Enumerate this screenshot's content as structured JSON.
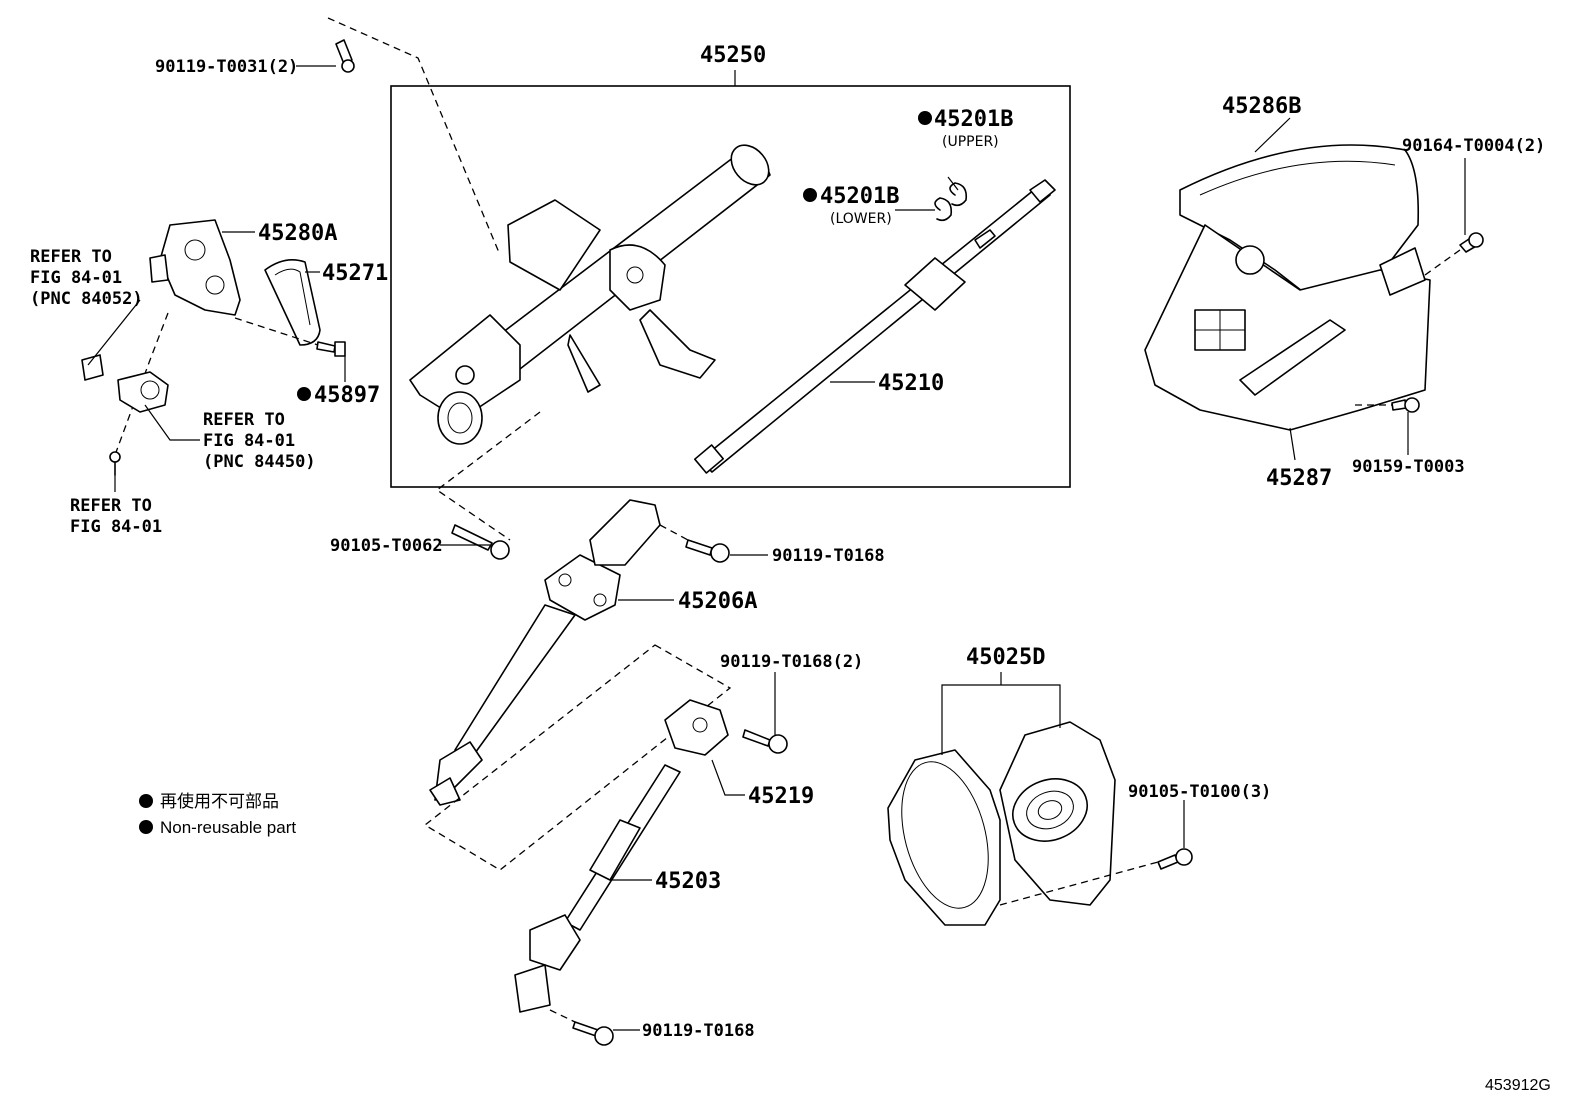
{
  "title": "",
  "labels": {
    "p45250": "45250",
    "p45201b_upper": "45201B",
    "upper": "(UPPER)",
    "p45201b_lower": "45201B",
    "lower": "(LOWER)",
    "p45210": "45210",
    "p45286b": "45286B",
    "p90164": "90164-T0004(2)",
    "p45287": "45287",
    "p90159": "90159-T0003",
    "p90119_t0031": "90119-T0031(2)",
    "p45280a": "45280A",
    "p45271": "45271",
    "p45897": "45897",
    "refer1_a": "REFER TO",
    "refer1_b": "FIG 84-01",
    "refer1_c": "(PNC 84052)",
    "refer2_a": "REFER TO",
    "refer2_b": "FIG 84-01",
    "refer2_c": "(PNC 84450)",
    "refer3_a": "REFER TO",
    "refer3_b": "FIG 84-01",
    "p90105_t0062": "90105-T0062",
    "p90119_t0168_a": "90119-T0168",
    "p45206a": "45206A",
    "p90119_t0168_2": "90119-T0168(2)",
    "p45219": "45219",
    "p45203": "45203",
    "p90119_t0168_b": "90119-T0168",
    "p45025d": "45025D",
    "p90105_t0100": "90105-T0100(3)",
    "figure_code": "453912G"
  },
  "legend": {
    "jp": "再使用不可部品",
    "en": "Non-reusable part"
  },
  "colors": {
    "ink": "#000000",
    "paper": "#ffffff"
  }
}
